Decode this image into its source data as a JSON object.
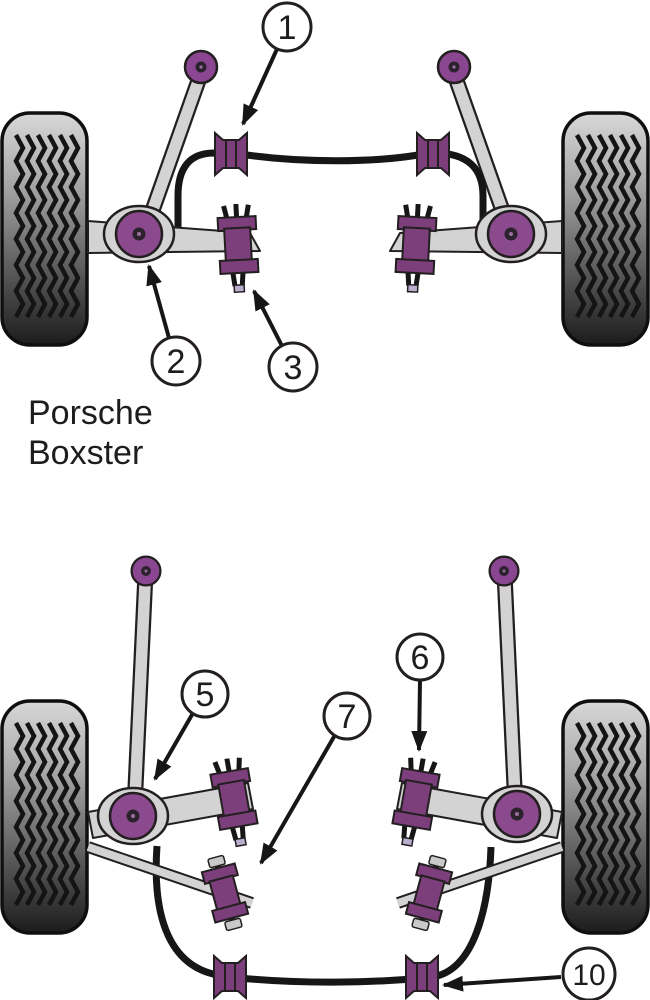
{
  "title": {
    "line1": "Porsche",
    "line2": "Boxster"
  },
  "front_diagram": {
    "callouts": [
      {
        "label": "1"
      },
      {
        "label": "2"
      },
      {
        "label": "3"
      }
    ]
  },
  "rear_diagram": {
    "callouts": [
      {
        "label": "5"
      },
      {
        "label": "6"
      },
      {
        "label": "7"
      },
      {
        "label": "10"
      }
    ]
  },
  "colors": {
    "outline": "#231f20",
    "bush": "#7d3e7c",
    "hub": "#8c4a8e",
    "joint": "#8a4690",
    "arm": "#d3d3d3",
    "tread": "#141414",
    "arb": "#161616",
    "nut": "#c9c9c9",
    "cap": "#b9aed0",
    "text": "#1d1d1d"
  }
}
